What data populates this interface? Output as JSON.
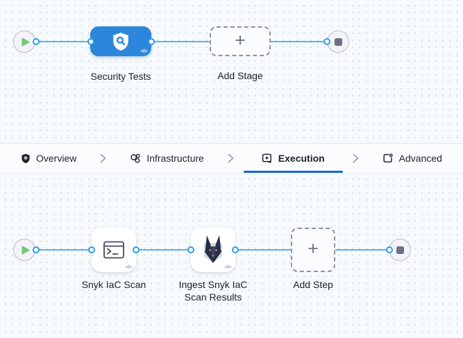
{
  "stage_canvas": {
    "stage_label": "Security Tests",
    "add_stage_label": "Add Stage",
    "stage_icon": "shield-search-icon",
    "start_icon": "play-icon",
    "end_icon": "stop-icon"
  },
  "tab_bar": {
    "tabs": [
      {
        "label": "Overview",
        "icon": "shield-icon",
        "selected": false
      },
      {
        "label": "Infrastructure",
        "icon": "infrastructure-icon",
        "selected": false
      },
      {
        "label": "Execution",
        "icon": "execution-icon",
        "selected": true
      },
      {
        "label": "Advanced",
        "icon": "advanced-gear-icon",
        "selected": false
      }
    ],
    "separator_icon": "chevron-right-icon"
  },
  "execution_canvas": {
    "steps": [
      {
        "label": "Snyk IaC Scan",
        "icon": "terminal-icon"
      },
      {
        "label": "Ingest Snyk IaC Scan Results",
        "icon": "snyk-dog-icon"
      }
    ],
    "add_step_label": "Add Step",
    "start_icon": "play-icon",
    "end_icon": "stop-icon"
  },
  "glyphs": {
    "plus": "+",
    "code_badge": "</>"
  },
  "colors": {
    "stage_blue": "#2b86dc",
    "connector_blue": "#58b3e8",
    "connector_dot_ring": "#2d9ce8",
    "selected_tab_underline": "#1765d1",
    "start_green": "#76c77a",
    "end_square_gray": "#6c7088",
    "canvas_bg": "#f7fafc",
    "dashed_border": "#8d90a8",
    "label_text": "#1c1f27"
  }
}
